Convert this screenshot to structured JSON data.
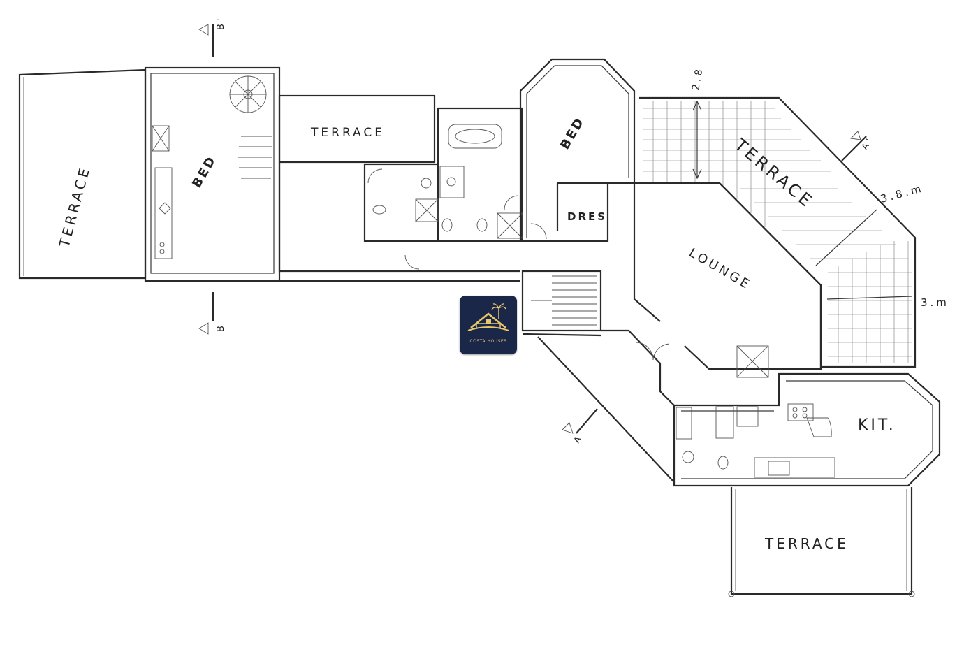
{
  "rooms": {
    "terrace_left": "TERRACE",
    "bed_left": "BED",
    "terrace_top": "TERRACE",
    "bed_top": "BED",
    "dres": "DRES",
    "lounge": "LOUNGE",
    "terrace_diagonal": "TERRACE",
    "kitchen": "KIT.",
    "terrace_bottom": "TERRACE"
  },
  "dimensions": {
    "height_vertical": "2.8",
    "diagonal_width": "3.8.m",
    "right_width": "3.m"
  },
  "section_markers": {
    "b_top": "B'",
    "b_bottom": "B",
    "a_top": "A'",
    "a_bottom": "A"
  },
  "logo": {
    "text": "COSTA HOUSES",
    "colors": {
      "background": "#1a2748",
      "gold": "#e8c66a"
    }
  }
}
